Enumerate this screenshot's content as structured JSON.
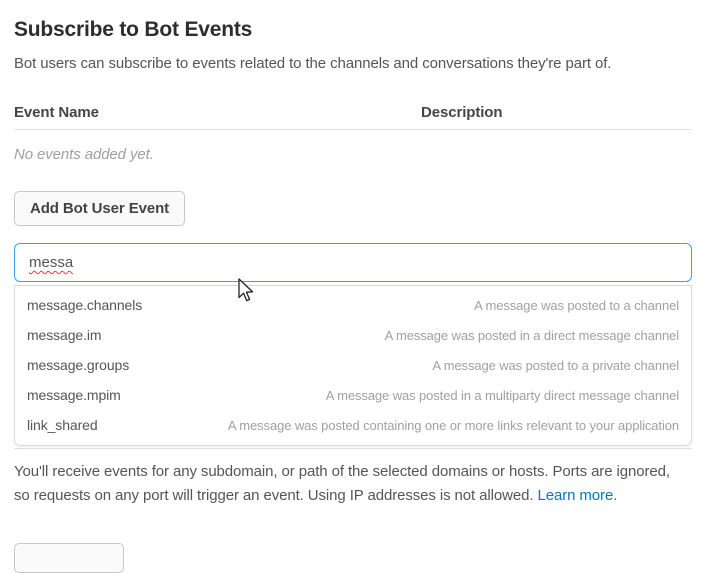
{
  "colors": {
    "focus_border": "#3aa3e3",
    "link": "#0576b9",
    "spellcheck_underline": "#e23f3f",
    "muted_text": "#9e9ea6"
  },
  "section": {
    "title": "Subscribe to Bot Events",
    "subtitle": "Bot users can subscribe to events related to the channels and conversations they're part of."
  },
  "events_table": {
    "col_event_name": "Event Name",
    "col_description": "Description",
    "empty_message": "No events added yet."
  },
  "buttons": {
    "add_bot_user_event": "Add Bot User Event"
  },
  "event_search": {
    "value": "messa",
    "suggestions": [
      {
        "name": "message.channels",
        "description": "A message was posted to a channel"
      },
      {
        "name": "message.im",
        "description": "A message was posted in a direct message channel"
      },
      {
        "name": "message.groups",
        "description": "A message was posted to a private channel"
      },
      {
        "name": "message.mpim",
        "description": "A message was posted in a multiparty direct message channel"
      },
      {
        "name": "link_shared",
        "description": "A message was posted containing one or more links relevant to your application"
      }
    ]
  },
  "footer_note": {
    "text": "You'll receive events for any subdomain, or path of the selected domains or hosts. Ports are ignored, so requests on any port will trigger an event. Using IP addresses is not allowed.",
    "link_label": "Learn more."
  }
}
